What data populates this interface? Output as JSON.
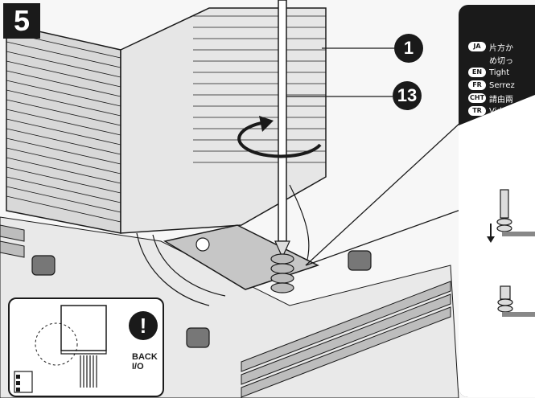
{
  "step": {
    "number": "5"
  },
  "callouts": [
    {
      "label": "1"
    },
    {
      "label": "13"
    }
  ],
  "instructions": [
    {
      "code": "JA",
      "text": "片方か"
    },
    {
      "code": "",
      "text": "め切っ"
    },
    {
      "code": "EN",
      "text": "Tight"
    },
    {
      "code": "FR",
      "text": "Serrez"
    },
    {
      "code": "CHT",
      "text": "請由兩"
    },
    {
      "code": "TR",
      "text": "Vidala"
    }
  ],
  "warning": {
    "symbol": "!",
    "label_line1": "BACK",
    "label_line2": "I/O"
  },
  "colors": {
    "ink": "#1a1a1a",
    "paper": "#ffffff",
    "panel": "#1a1a1a"
  },
  "icons": [
    "rotation-arrow-icon",
    "down-arrow-icon",
    "exclamation-icon"
  ]
}
